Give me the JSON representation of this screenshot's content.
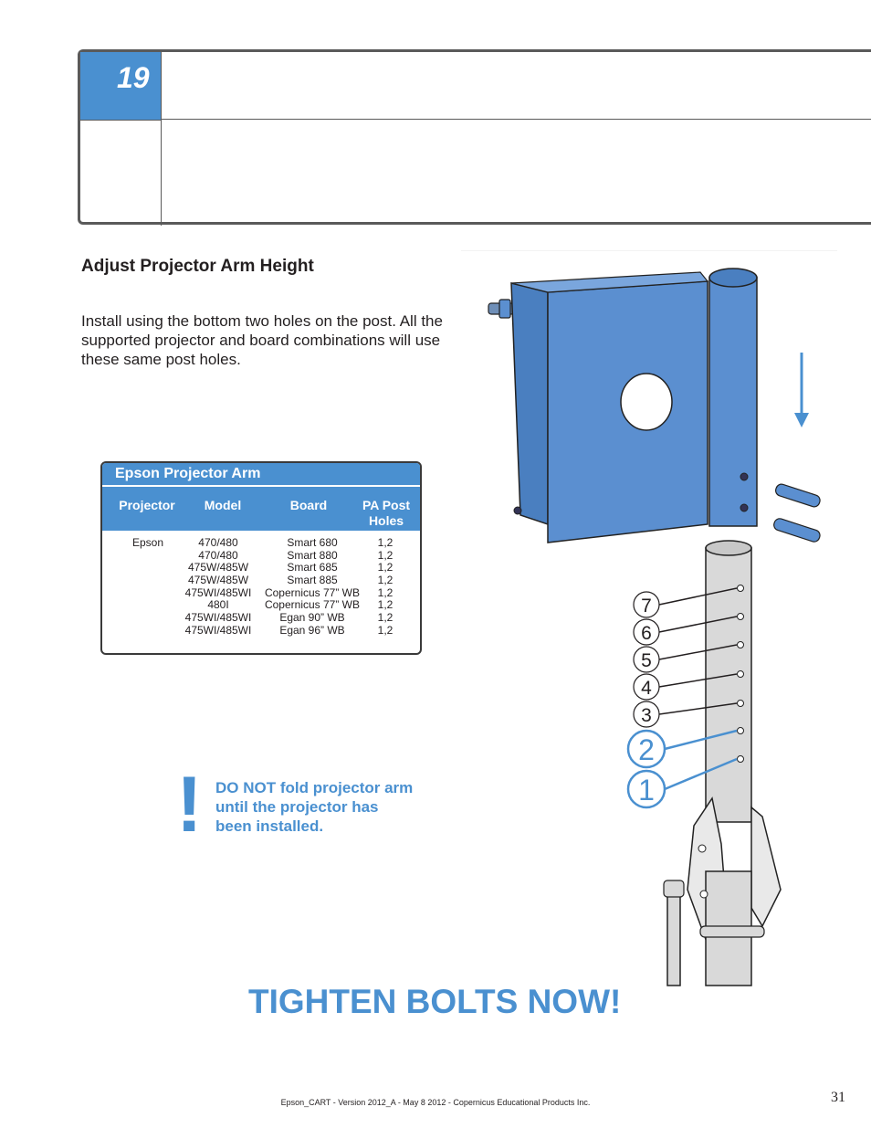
{
  "step": {
    "number": "19"
  },
  "section": {
    "title": "Adjust Projector Arm Height",
    "instructions": "Install using the bottom two holes on the post. All the supported projector and board combinations will use these same post holes."
  },
  "table": {
    "title": "Epson Projector Arm",
    "headers": [
      "Projector",
      "Model",
      "Board",
      "PA Post Holes"
    ],
    "rows": [
      [
        "Epson",
        "470/480",
        "Smart 680",
        "1,2"
      ],
      [
        "",
        "470/480",
        "Smart 880",
        "1,2"
      ],
      [
        "",
        "475W/485W",
        "Smart 685",
        "1,2"
      ],
      [
        "",
        "475W/485W",
        "Smart 885",
        "1,2"
      ],
      [
        "",
        "475WI/485WI",
        "Copernicus 77” WB",
        "1,2"
      ],
      [
        "",
        "480I",
        "Copernicus 77” WB",
        "1,2"
      ],
      [
        "",
        "475WI/485WI",
        "Egan 90” WB",
        "1,2"
      ],
      [
        "",
        "475WI/485WI",
        "Egan 96” WB",
        "1,2"
      ]
    ]
  },
  "warning": {
    "mark": "!",
    "text": "DO NOT fold projector arm until the projector has been installed."
  },
  "hole_labels": [
    "7",
    "6",
    "5",
    "4",
    "3",
    "2",
    "1"
  ],
  "tighten": "TIGHTEN BOLTS NOW!",
  "footer": "Epson_CART - Version 2012_A - May 8 2012 - Copernicus Educational Products Inc.",
  "page_number": "31",
  "colors": {
    "accent": "#4a90d0",
    "bracket": "#5b8fd0",
    "text": "#231f20"
  }
}
